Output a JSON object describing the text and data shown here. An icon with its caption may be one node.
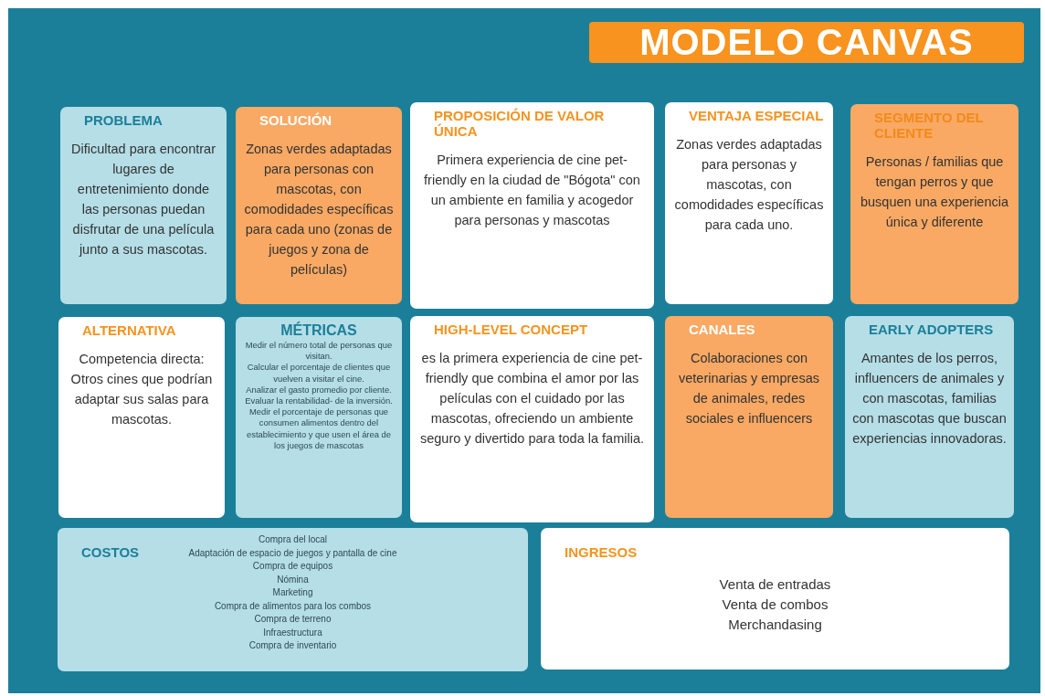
{
  "diagram": {
    "title": "MODELO CANVAS",
    "nodes": [
      {
        "text": [
          "PROBLEMA",
          "Dificultad para encontrar lugares de entretenimiento donde las personas puedan disfrutar de una película junto a sus mascotas."
        ]
      },
      {
        "text": [
          "SOLUCIÓN",
          "Zonas verdes adaptadas para personas con mascotas, con comodidades específicas para cada uno (zonas de juegos y zona de películas)"
        ]
      },
      {
        "text": [
          "PROPOSICIÓN DE VALOR ÚNICA",
          "Primera experiencia de cine pet-friendly en la ciudad de \"Bógota\" con un ambiente en familia y acogedor para personas y mascotas"
        ]
      },
      {
        "text": [
          "VENTAJA ESPECIAL",
          "Zonas verdes adaptadas para personas y mascotas, con comodidades específicas para cada uno."
        ]
      },
      {
        "text": [
          "SEGMENTO DEL CLIENTE",
          "Personas / familias que tengan perros y que busquen una experiencia única y diferente"
        ]
      },
      {
        "text": [
          "ALTERNATIVA",
          "Competencia directa: Otros cines que podrían adaptar sus salas para mascotas."
        ]
      },
      {
        "text": [
          "MÉTRICAS",
          "Medir el número total de personas que visitan.",
          "Calcular el porcentaje de clientes que vuelven a visitar el cine.",
          "Analizar el gasto promedio por cliente.",
          "Evaluar la rentabilidad- de la inversión.",
          "Medir el porcentaje de personas que consumen alimentos dentro del establecimiento y que usen el área de los juegos de mascotas"
        ]
      },
      {
        "text": [
          "HIGH-LEVEL CONCEPT",
          "es la primera experiencia de cine pet-friendly que combina el amor por las películas con el cuidado por las mascotas, ofreciendo un ambiente seguro y divertido para toda la familia."
        ]
      },
      {
        "text": [
          "CANALES",
          "Colaboraciones con veterinarias y empresas de animales, redes sociales e influencers"
        ]
      },
      {
        "text": [
          "EARLY ADOPTERS",
          "Amantes de los perros, influencers de animales y con mascotas, familias con mascotas que buscan experiencias innovadoras."
        ]
      },
      {
        "text": [
          "COSTOS",
          "Compra del local",
          "Adaptación de espacio de juegos y pantalla de cine",
          "Compra de equipos",
          "Nómina",
          "Marketing",
          "Compra de alimentos para los combos",
          "Compra de terreno",
          "Infraestructura",
          "Compra de inventario"
        ]
      },
      {
        "text": [
          "INGRESOS",
          "Venta de entradas",
          "Venta de combos",
          "Merchandasing"
        ]
      }
    ]
  }
}
